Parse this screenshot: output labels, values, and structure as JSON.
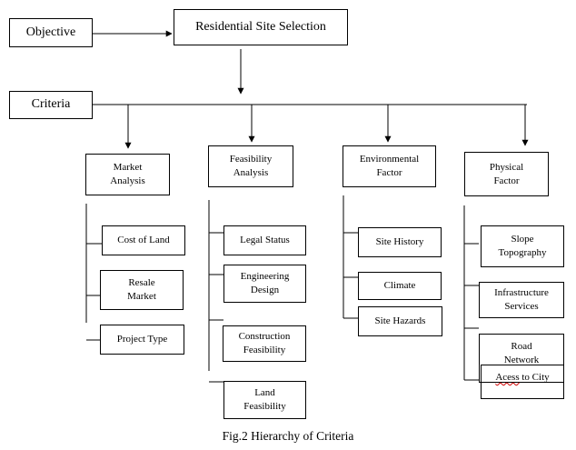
{
  "objective": {
    "label": "Objective"
  },
  "goal": {
    "label": "Residential Site Selection"
  },
  "criteria_root": {
    "label": "Criteria"
  },
  "criteria": [
    {
      "label": "Market\nAnalysis",
      "subcriteria": [
        "Cost of Land",
        "Resale\nMarket",
        "Project Type"
      ]
    },
    {
      "label": "Feasibility\nAnalysis",
      "subcriteria": [
        "Legal Status",
        "Engineering\nDesign",
        "Construction\nFeasibility",
        "Land\nFeasibility"
      ]
    },
    {
      "label": "Environmental\nFactor",
      "subcriteria": [
        "Site History",
        "Climate",
        "Site Hazards"
      ]
    },
    {
      "label": "Physical\nFactor",
      "subcriteria": [
        "Slope\nTopography",
        "Infrastructure\nServices",
        "Road\nNetwork"
      ],
      "overlay_prefix": "Acess",
      "overlay_rest": " to City"
    }
  ],
  "caption": "Fig.2 Hierarchy of Criteria",
  "colors": {
    "line": "#000000",
    "misspelling_underline": "#d00000"
  }
}
